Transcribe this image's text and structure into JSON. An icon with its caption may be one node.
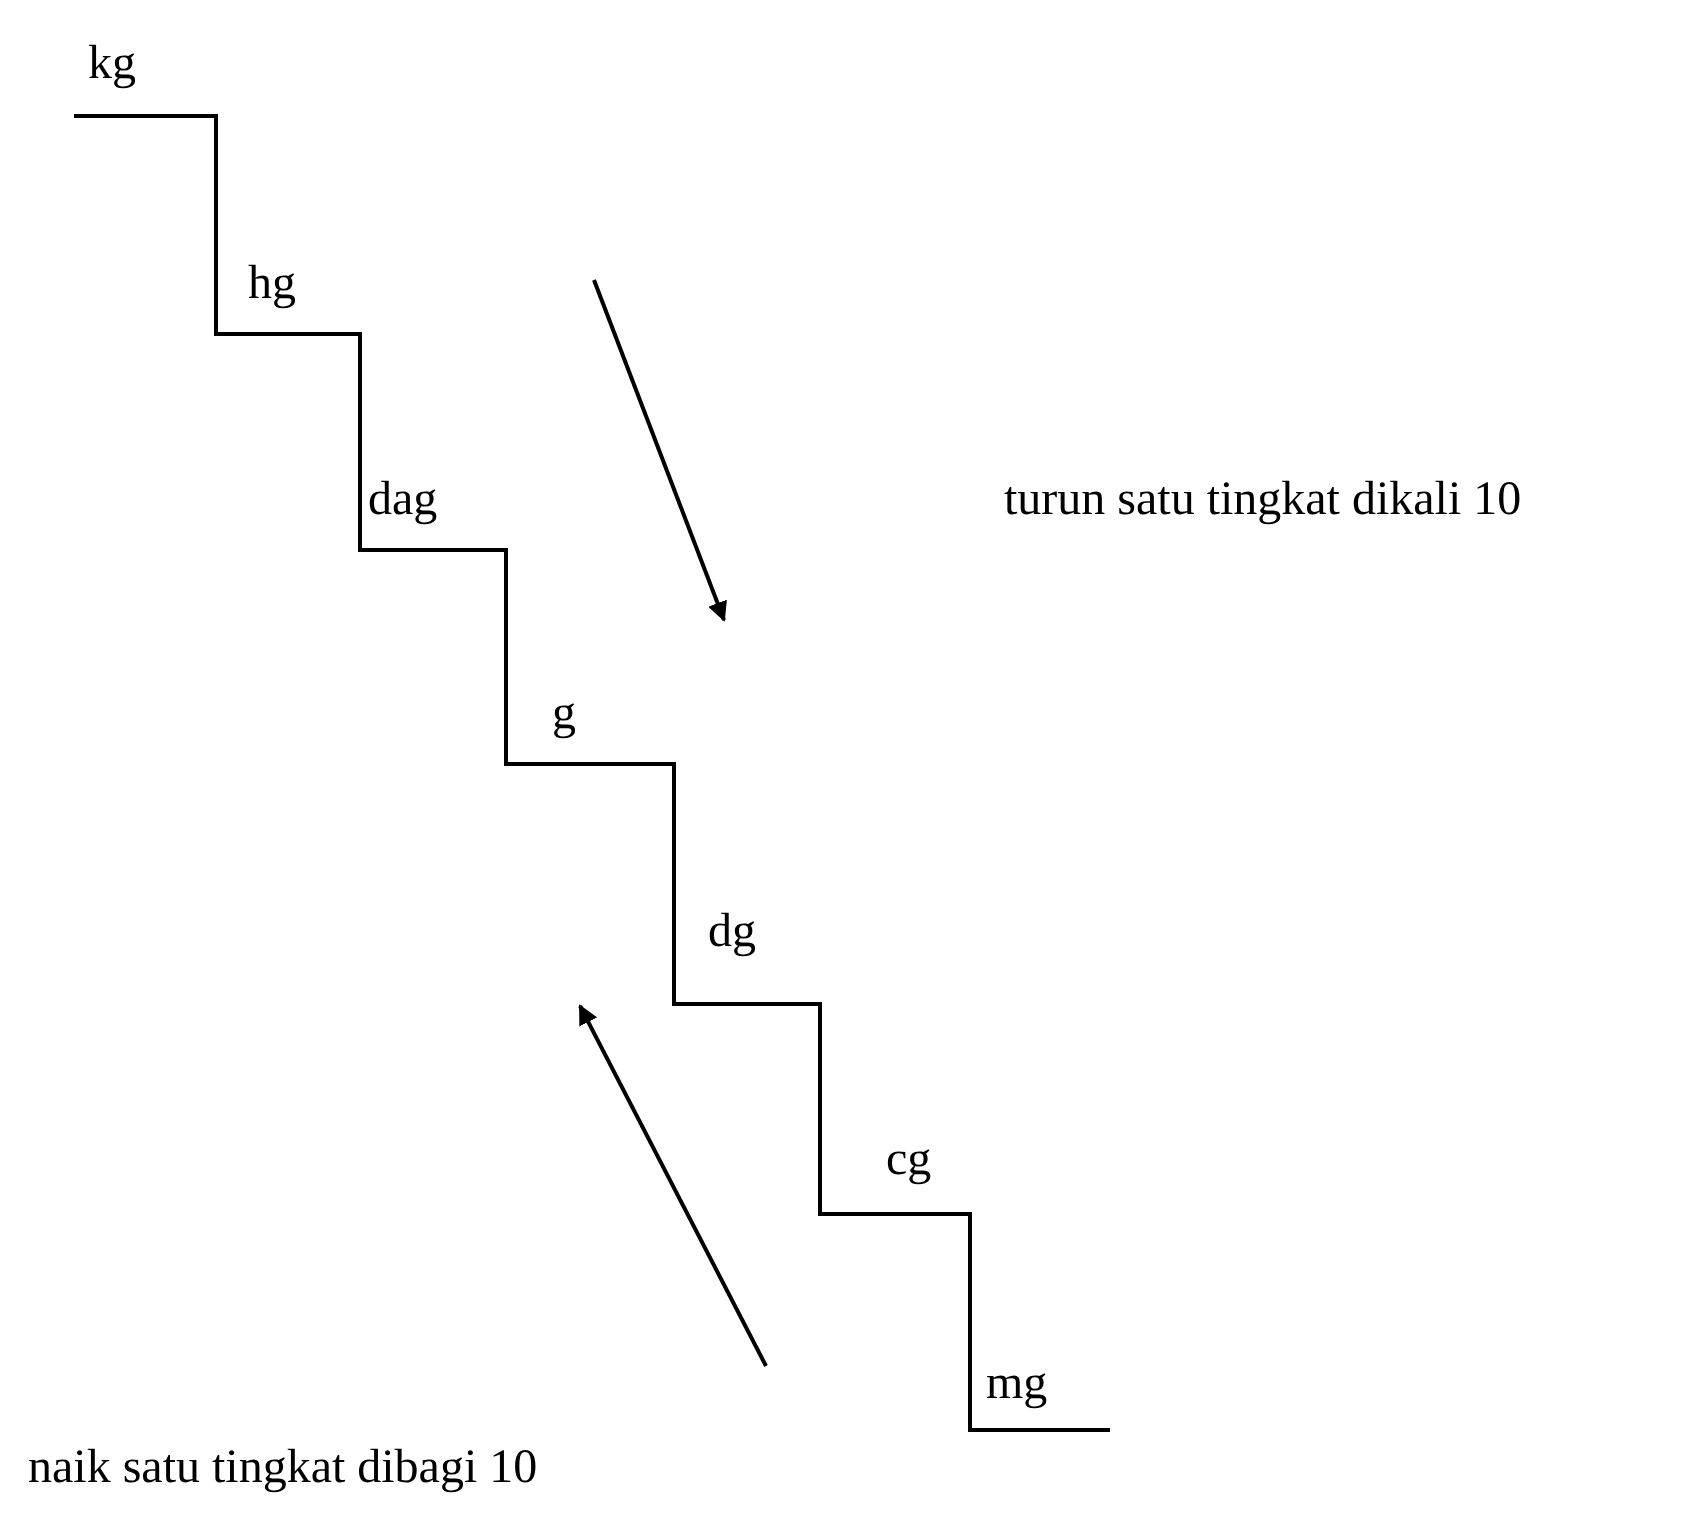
{
  "diagram": {
    "labels": [
      "kg",
      "hg",
      "dag",
      "g",
      "dg",
      "cg",
      "mg",
      "turun satu tingkat dikali 10",
      "naik satu tingkat dibagi 10"
    ]
  }
}
